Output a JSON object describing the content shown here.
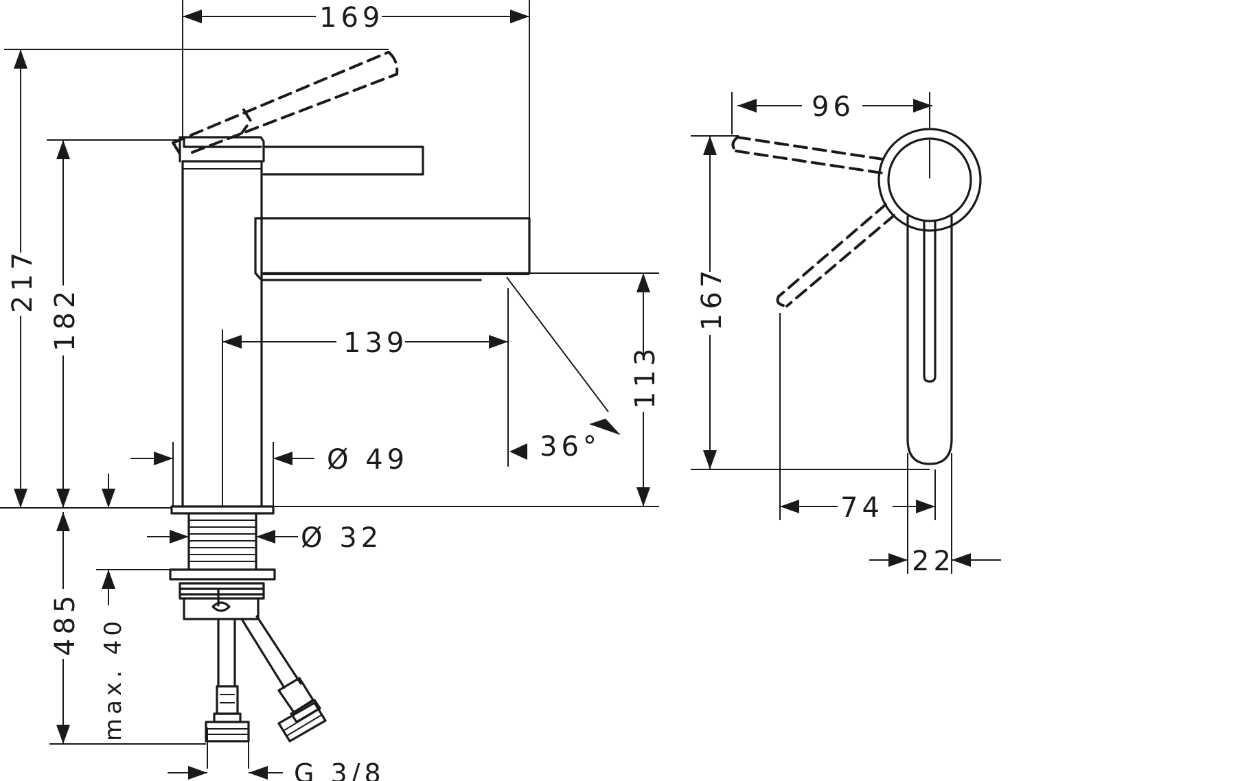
{
  "front_view": {
    "dims": {
      "width_169": "169",
      "height_217": "217",
      "height_182": "182",
      "reach_139": "139",
      "spout_113": "113",
      "angle_36": "36°",
      "dia_49": "Ø 49",
      "dia_32": "Ø 32",
      "depth_485": "485",
      "max_40": "max. 40",
      "thread_g38": "G 3/8"
    }
  },
  "side_view": {
    "dims": {
      "width_96": "96",
      "height_167": "167",
      "width_74": "74",
      "width_22": "22"
    }
  },
  "colors": {
    "line": "#1a1a1a",
    "background": "#ffffff"
  }
}
